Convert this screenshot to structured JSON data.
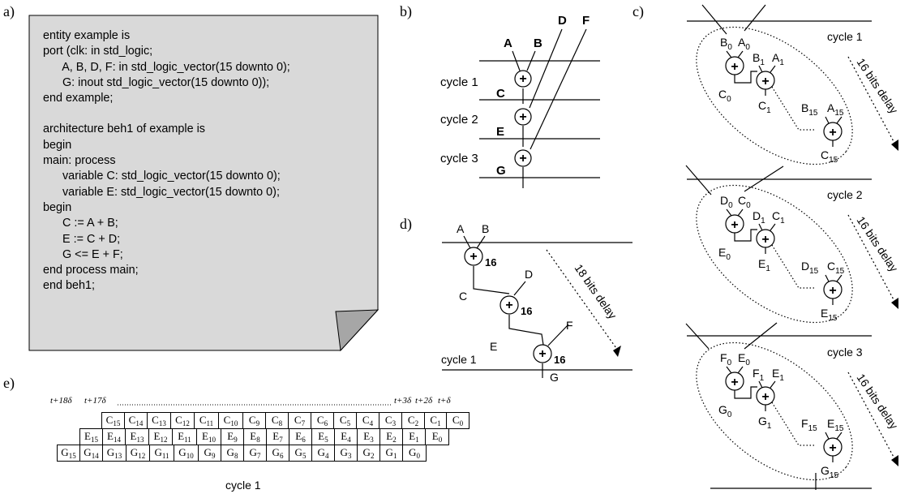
{
  "panel_labels": {
    "a": "a)",
    "b": "b)",
    "c": "c)",
    "d": "d)",
    "e": "e)"
  },
  "code_lines": [
    "entity example is",
    "port (clk: in std_logic;",
    "      A, B, D, F: in std_logic_vector(15 downto 0);",
    "      G: inout std_logic_vector(15 downto 0));",
    "end example;",
    "",
    "architecture beh1 of example is",
    "begin",
    "main: process",
    "      variable C: std_logic_vector(15 downto 0);",
    "      variable E: std_logic_vector(15 downto 0);",
    "begin",
    "      C := A + B;",
    "      E := C + D;",
    "      G <= E + F;",
    "end process main;",
    "end beh1;"
  ],
  "b": {
    "inputs": [
      "A",
      "B",
      "D",
      "F"
    ],
    "cycles": [
      "cycle 1",
      "cycle 2",
      "cycle 3"
    ],
    "signals": [
      "C",
      "E",
      "G"
    ],
    "adder": "+"
  },
  "d": {
    "inputs": [
      "A",
      "B",
      "D",
      "F"
    ],
    "signals": [
      "C",
      "E",
      "G"
    ],
    "widths": [
      "16",
      "16",
      "16"
    ],
    "delay": "18 bits delay",
    "cycle": "cycle 1"
  },
  "c": {
    "cycles": [
      "cycle 1",
      "cycle 2",
      "cycle 3"
    ],
    "delay": "16 bits delay",
    "groups": [
      {
        "in1": "B",
        "in2": "A",
        "out": "C"
      },
      {
        "in1": "D",
        "in2": "C",
        "out": "E"
      },
      {
        "in1": "F",
        "in2": "E",
        "out": "G"
      }
    ],
    "subs": [
      "0",
      "1",
      "15"
    ]
  },
  "e": {
    "time_labels": [
      "t+18δ",
      "t+17δ",
      "t+3δ",
      "t+2δ",
      "t+δ"
    ],
    "rows": [
      {
        "sym": "C",
        "subs": [
          "15",
          "14",
          "13",
          "12",
          "11",
          "10",
          "9",
          "8",
          "7",
          "6",
          "5",
          "4",
          "3",
          "2",
          "1",
          "0"
        ]
      },
      {
        "sym": "E",
        "subs": [
          "15",
          "14",
          "13",
          "12",
          "11",
          "10",
          "9",
          "8",
          "7",
          "6",
          "5",
          "4",
          "3",
          "2",
          "1",
          "0"
        ]
      },
      {
        "sym": "G",
        "subs": [
          "15",
          "14",
          "13",
          "12",
          "11",
          "10",
          "9",
          "8",
          "7",
          "6",
          "5",
          "4",
          "3",
          "2",
          "1",
          "0"
        ]
      }
    ],
    "cycle": "cycle 1"
  }
}
